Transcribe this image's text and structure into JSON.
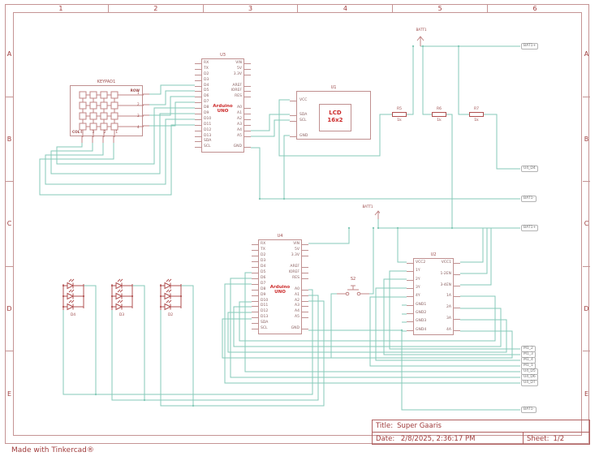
{
  "frame": {
    "columns": [
      "1",
      "2",
      "3",
      "4",
      "5",
      "6"
    ],
    "rows": [
      "A",
      "B",
      "C",
      "D",
      "E"
    ]
  },
  "credit": "Made with Tinkercad®",
  "title_block": {
    "title_label": "Title:",
    "title": "Super Gaaris",
    "date_label": "Date:",
    "date": "2/8/2025, 2:36:17 PM",
    "sheet_label": "Sheet:",
    "sheet": "1/2"
  },
  "components": {
    "keypad": {
      "ref": "KEYPAD1",
      "row_label": "ROW",
      "col_label": "COL",
      "row_pins": [
        "1",
        "2",
        "3",
        "4"
      ],
      "col_pins": [
        "4",
        "3",
        "2",
        "1"
      ]
    },
    "u3": {
      "ref": "U3",
      "name_line1": "Arduino",
      "name_line2": "UNO",
      "left_pins": [
        "RX",
        "TX",
        "D2",
        "D3",
        "D4",
        "D5",
        "D6",
        "D7",
        "D8",
        "D9",
        "D10",
        "D11",
        "D12",
        "D13",
        "SDA",
        "SCL"
      ],
      "right_pins": [
        "VIN",
        "5V",
        "3.3V",
        "",
        "AREF",
        "IOREF",
        "RES",
        "",
        "A0",
        "A1",
        "A2",
        "A3",
        "A4",
        "A5",
        "",
        "GND"
      ]
    },
    "u4": {
      "ref": "U4",
      "name_line1": "Arduino",
      "name_line2": "UNO",
      "left_pins": [
        "RX",
        "TX",
        "D2",
        "D3",
        "D4",
        "D5",
        "D6",
        "D7",
        "D8",
        "D9",
        "D10",
        "D11",
        "D12",
        "D13",
        "SDA",
        "SCL"
      ],
      "right_pins": [
        "VIN",
        "5V",
        "3.3V",
        "",
        "AREF",
        "IOREF",
        "RES",
        "",
        "A0",
        "A1",
        "A2",
        "A3",
        "A4",
        "A5",
        "",
        "GND"
      ]
    },
    "lcd": {
      "ref": "U1",
      "display_line1": "LCD",
      "display_line2": "16x2",
      "pins": [
        "VCC",
        "SDA",
        "SCL",
        "GND"
      ]
    },
    "driver": {
      "ref": "U2",
      "left_pins": [
        "VCC2",
        "1Y",
        "2Y",
        "3Y",
        "4Y",
        "GND1",
        "GND2",
        "GND3",
        "GND4"
      ],
      "right_pins": [
        "VCC1",
        "1-2EN",
        "3-4EN",
        "1A",
        "2A",
        "3A",
        "4A"
      ]
    },
    "resistors": [
      {
        "ref": "R5",
        "value": "1k"
      },
      {
        "ref": "R6",
        "value": "1k"
      },
      {
        "ref": "R7",
        "value": "1k"
      }
    ],
    "leds": [
      {
        "ref": "D4"
      },
      {
        "ref": "D3"
      },
      {
        "ref": "D2"
      }
    ],
    "button": {
      "ref": "S2"
    },
    "power_flags": [
      {
        "label": "BATT1"
      },
      {
        "label": "BATT1"
      }
    ]
  },
  "net_flags": [
    {
      "label": "BAT1+"
    },
    {
      "label": "U4_D4"
    },
    {
      "label": "BAT1-"
    },
    {
      "label": "BAT1+"
    },
    {
      "label": "M1_2"
    },
    {
      "label": "M1_3"
    },
    {
      "label": "M1_4"
    },
    {
      "label": "M1_1"
    },
    {
      "label": "U4_D5"
    },
    {
      "label": "U4_D6"
    },
    {
      "label": "U4_D7"
    },
    {
      "label": "BAT1-"
    }
  ],
  "colors": {
    "wire": "#85cab8",
    "component": "#c09090",
    "accent_text": "#cc2a2a",
    "frame": "#a03c3c"
  }
}
